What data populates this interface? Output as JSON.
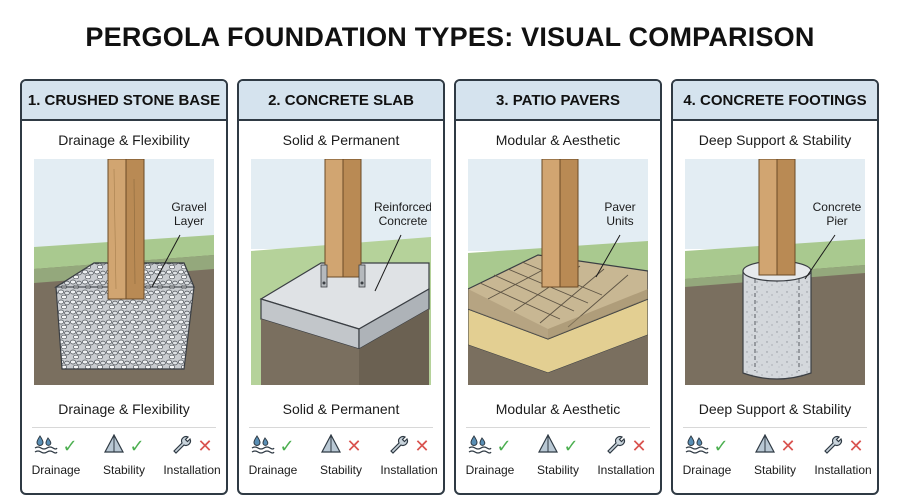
{
  "title": "PERGOLA FOUNDATION TYPES: VISUAL COMPARISON",
  "marks": {
    "good": "✓",
    "bad": "✕"
  },
  "panels": [
    {
      "header": "1. CRUSHED STONE BASE",
      "subtitle": "Drainage & Flexibility",
      "annotation": [
        "Gravel",
        "Layer"
      ],
      "caption": "Drainage & Flexibility",
      "ratings": [
        {
          "label": "Drainage",
          "icon": "water-drops-icon",
          "status": "good"
        },
        {
          "label": "Stability",
          "icon": "pyramid-icon",
          "status": "good"
        },
        {
          "label": "Installation",
          "icon": "wrench-icon",
          "status": "bad"
        }
      ]
    },
    {
      "header": "2. CONCRETE SLAB",
      "subtitle": "Solid & Permanent",
      "annotation": [
        "Reinforced",
        "Concrete"
      ],
      "caption": "Solid & Permanent",
      "ratings": [
        {
          "label": "Drainage",
          "icon": "water-drops-icon",
          "status": "good"
        },
        {
          "label": "Stability",
          "icon": "pyramid-icon",
          "status": "bad"
        },
        {
          "label": "Installation",
          "icon": "wrench-icon",
          "status": "bad"
        }
      ]
    },
    {
      "header": "3. PATIO PAVERS",
      "subtitle": "Modular & Aesthetic",
      "annotation": [
        "Paver",
        "Units"
      ],
      "caption": "Modular & Aesthetic",
      "ratings": [
        {
          "label": "Drainage",
          "icon": "water-drops-icon",
          "status": "good"
        },
        {
          "label": "Stability",
          "icon": "pyramid-icon",
          "status": "good"
        },
        {
          "label": "Installation",
          "icon": "wrench-icon",
          "status": "bad"
        }
      ]
    },
    {
      "header": "4. CONCRETE FOOTINGS",
      "subtitle": "Deep Support & Stability",
      "annotation": [
        "Concrete",
        "Pier"
      ],
      "caption": "Deep Support & Stability",
      "ratings": [
        {
          "label": "Drainage",
          "icon": "water-drops-icon",
          "status": "good"
        },
        {
          "label": "Stability",
          "icon": "pyramid-icon",
          "status": "bad"
        },
        {
          "label": "Installation",
          "icon": "wrench-icon",
          "status": "bad"
        }
      ]
    }
  ]
}
